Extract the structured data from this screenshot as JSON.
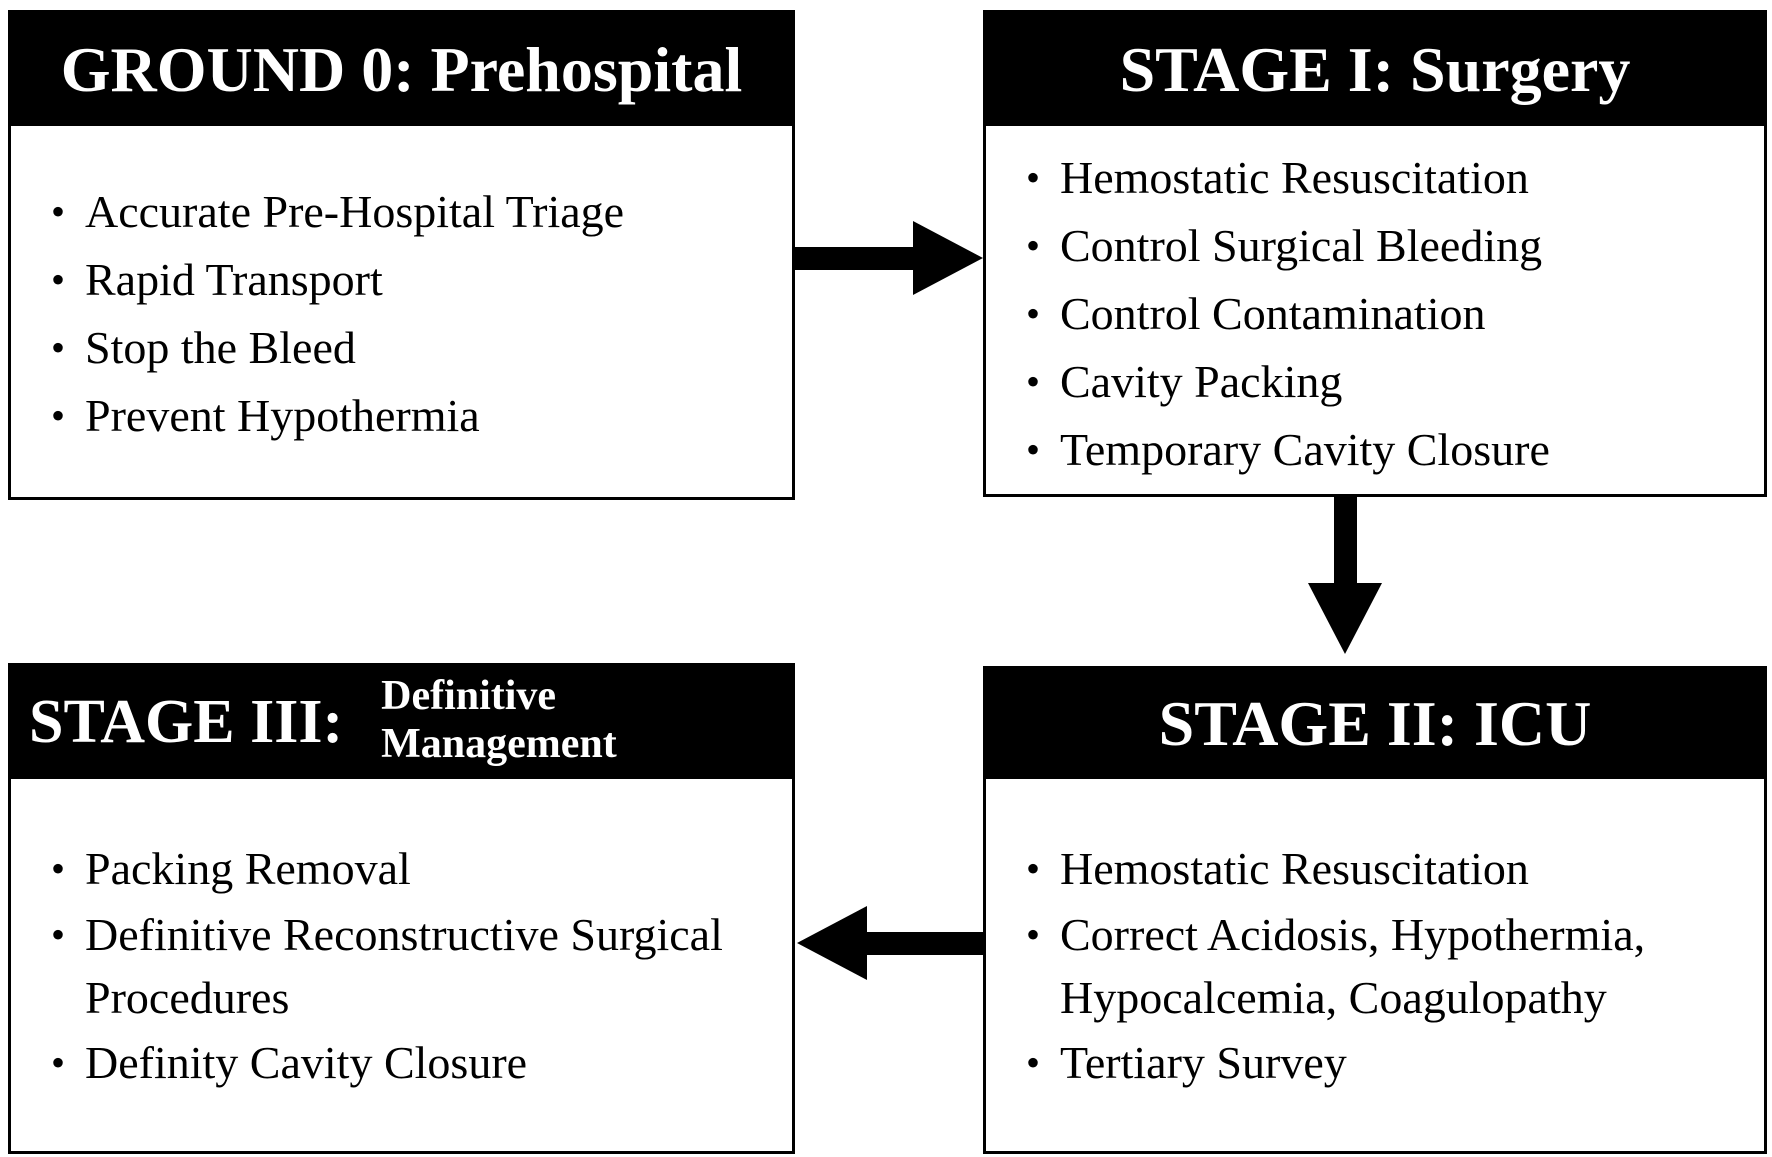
{
  "boxes": {
    "ground0": {
      "title": "GROUND 0: Prehospital",
      "items": [
        "Accurate Pre-Hospital Triage",
        "Rapid Transport",
        "Stop the Bleed",
        "Prevent Hypothermia"
      ]
    },
    "stage1": {
      "title": "STAGE I: Surgery",
      "items": [
        "Hemostatic Resuscitation",
        "Control Surgical Bleeding",
        "Control Contamination",
        "Cavity Packing",
        "Temporary Cavity Closure"
      ]
    },
    "stage2": {
      "title": "STAGE II: ICU",
      "items": [
        "Hemostatic Resuscitation",
        "Correct Acidosis, Hypothermia, Hypocalcemia, Coagulopathy",
        "Tertiary Survey"
      ]
    },
    "stage3": {
      "title_main": "STAGE III:",
      "title_sub_line1": "Definitive",
      "title_sub_line2": "Management",
      "items": [
        "Packing Removal",
        "Definitive Reconstructive Surgical Procedures",
        "Definity Cavity Closure"
      ]
    }
  },
  "bullet_glyph": "•",
  "colors": {
    "header_background": "#000000",
    "header_text": "#ffffff",
    "border": "#000000",
    "arrow": "#000000"
  }
}
